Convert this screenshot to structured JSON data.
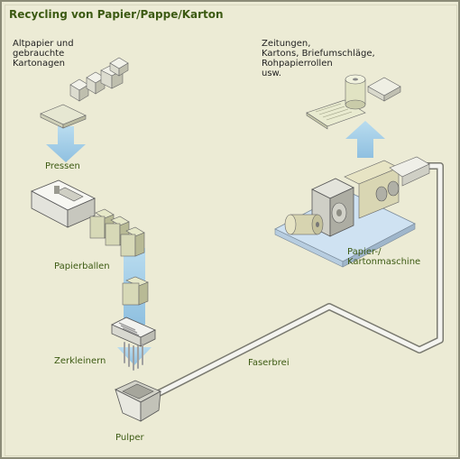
{
  "title": "Recycling von Papier/Pappe/Karton",
  "labels": {
    "source": [
      "Altpapier und",
      "gebrauchte",
      "Kartonagen"
    ],
    "pressen": "Pressen",
    "papierballen": "Papierballen",
    "zerkleinern": "Zerkleinern",
    "pulper": "Pulper",
    "faserbrei": "Faserbrei",
    "maschine": [
      "Papier-/",
      "Kartonmaschine"
    ],
    "products": [
      "Zeitungen,",
      "Kartons, Briefumschläge,",
      "Rohpapierrollen",
      "usw."
    ]
  },
  "colors": {
    "background": "#ecebd5",
    "title": "#3c5a12",
    "arrow": "#a9cfe6",
    "pipe": "#8a8a80",
    "machine_base": "#c9dff0"
  }
}
